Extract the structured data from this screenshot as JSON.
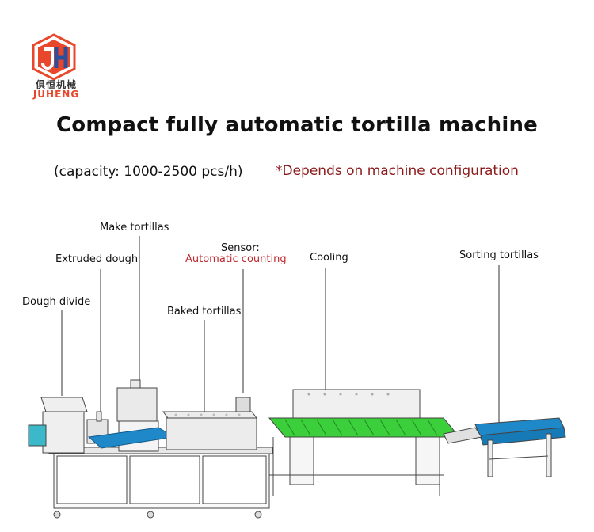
{
  "logo": {
    "brand_cn": "俱恒机械",
    "brand_en": "JUHENG",
    "colors": {
      "orange": "#e8472b",
      "blue": "#2a4f9c"
    }
  },
  "title": "Compact fully automatic tortilla machine",
  "capacity": "(capacity:  1000-2500 pcs/h)",
  "note": "*Depends on machine configuration",
  "labels": {
    "make_tortillas": "Make tortillas",
    "extruded_dough": "Extruded dough",
    "dough_divide": "Dough divide",
    "sensor": "Sensor:",
    "automatic_counting": "Automatic counting",
    "cooling": "Cooling",
    "baked_tortillas": "Baked tortillas",
    "sorting_tortillas": "Sorting tortillas"
  },
  "colors": {
    "conveyor_blue": "#1e88c8",
    "cooling_green": "#3ccf3c",
    "motor_cyan": "#3bb8c9",
    "frame_gray": "#d9d9d9",
    "label_red": "#c0282d"
  }
}
